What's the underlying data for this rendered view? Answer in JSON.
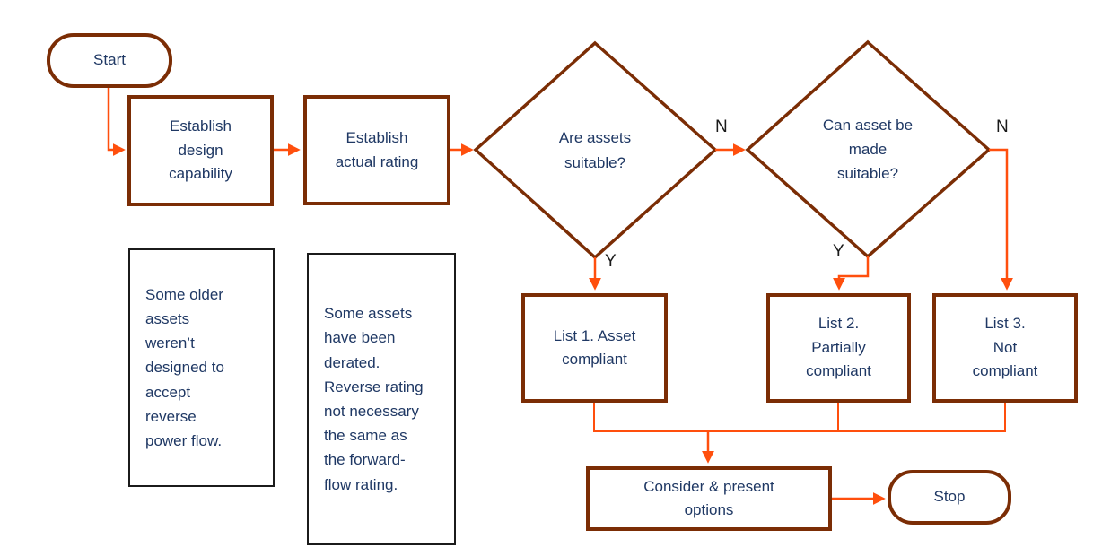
{
  "nodes": {
    "start": "Start",
    "establish_design": "Establish\ndesign\ncapability",
    "establish_rating": "Establish\nactual rating",
    "are_assets_suitable": "Are assets\nsuitable?",
    "can_be_made_suitable": "Can asset be\nmade\nsuitable?",
    "list1": "List 1. Asset\ncompliant",
    "list2": "List 2.\nPartially\ncompliant",
    "list3": "List 3.\nNot\ncompliant",
    "consider_options": "Consider & present\noptions",
    "stop": "Stop"
  },
  "edge_labels": {
    "are_assets_suitable_no": "N",
    "are_assets_suitable_yes": "Y",
    "can_be_made_suitable_no": "N",
    "can_be_made_suitable_yes": "Y"
  },
  "notes": {
    "older_assets": "Some older\nassets\nweren’t\ndesigned to\naccept\nreverse\npower flow.",
    "derated_assets": "Some assets\nhave been\nderated.\nReverse rating\nnot necessary\nthe same as\nthe forward-\nflow rating."
  },
  "colors": {
    "shape_border": "#7B2D05",
    "arrow": "#FF4F0D",
    "node_text": "#1F3864",
    "edge_label_text": "#1A1A1A",
    "note_border": "#1B1B1B",
    "background": "#FFFFFF"
  }
}
